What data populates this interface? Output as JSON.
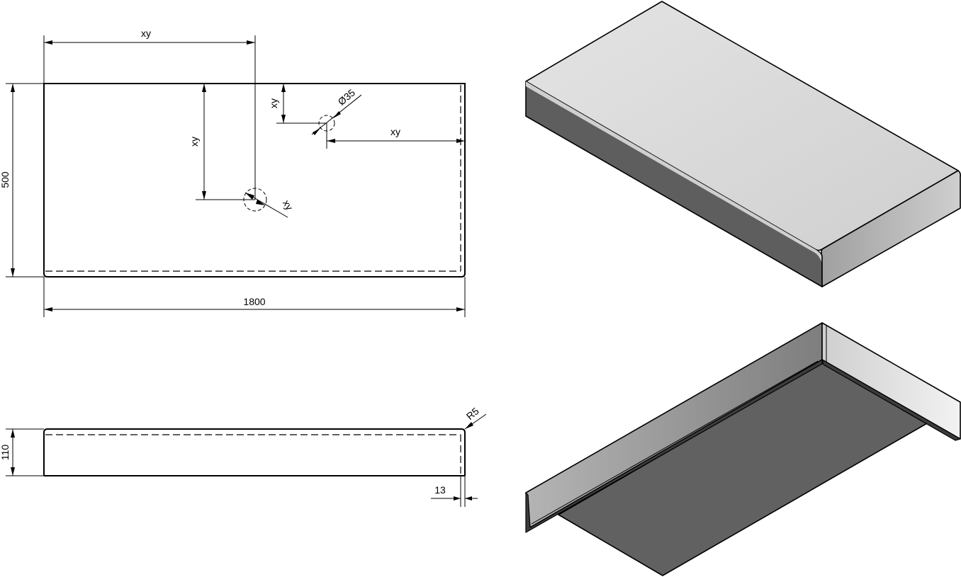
{
  "top_view": {
    "width_dim": "1800",
    "depth_dim": "500",
    "sink_hole_x_dim": "xy",
    "sink_hole_y_dim": "xy",
    "sink_hole_diameter_dim": "xy",
    "tap_hole_diameter_dim": "Ø35",
    "tap_hole_y_dim": "xy",
    "tap_hole_x_dim": "xy"
  },
  "side_view": {
    "height_dim": "110",
    "radius_dim": "R5",
    "thickness_dim": "13"
  },
  "colors": {
    "line": "#000000",
    "top_face": "#d6d6d6",
    "front_face": "#5e5e5e",
    "side_face": "#bdbdbd",
    "inner_wall": "#8e8e8e",
    "underside": "#616161",
    "end_panel": "#e9e9e9"
  }
}
